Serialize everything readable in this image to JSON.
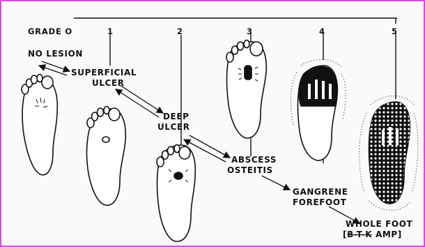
{
  "grades": [
    "GRADE O",
    "1",
    "2",
    "3",
    "4",
    "5"
  ],
  "stages": {
    "no_lesion": "NO LESION",
    "superficial_ulcer_1": "SUPERFICIAL",
    "superficial_ulcer_2": "ULCER",
    "deep_ulcer_1": "DEEP",
    "deep_ulcer_2": "ULCER",
    "abscess_1": "ABSCESS",
    "abscess_2": "OSTEITIS",
    "gangrene_1": "GANGRENE",
    "gangrene_2": "FOREFOOT",
    "whole_foot_1": "WHOLE FOOT",
    "whole_foot_open": "[",
    "whole_foot_btk": "B-T-K",
    "whole_foot_amp": " AMP]"
  },
  "colors": {
    "frame": "#d84bd8",
    "ink": "#111111",
    "paper": "#fafafa"
  }
}
